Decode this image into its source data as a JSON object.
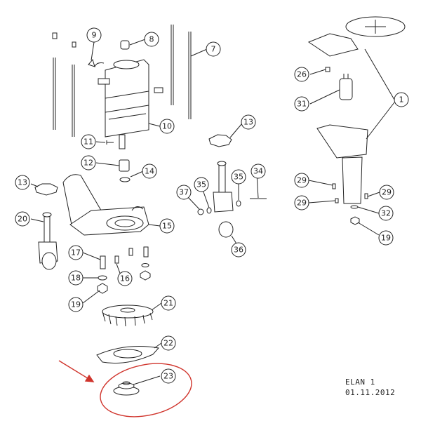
{
  "title_block": {
    "model": "ELAN 1",
    "date": "01.11.2012"
  },
  "callouts": {
    "c1": "1",
    "c7": "7",
    "c8": "8",
    "c9": "9",
    "c10": "10",
    "c11": "11",
    "c12": "12",
    "c13a": "13",
    "c13b": "13",
    "c14": "14",
    "c15": "15",
    "c16": "16",
    "c17": "17",
    "c18": "18",
    "c19a": "19",
    "c19b": "19",
    "c20": "20",
    "c21": "21",
    "c22": "22",
    "c23": "23",
    "c26": "26",
    "c29a": "29",
    "c29b": "29",
    "c29c": "29",
    "c31": "31",
    "c32": "32",
    "c34": "34",
    "c35a": "35",
    "c35b": "35",
    "c36": "36",
    "c37": "37"
  },
  "colors": {
    "line": "#222222",
    "highlight": "#d0342c"
  }
}
